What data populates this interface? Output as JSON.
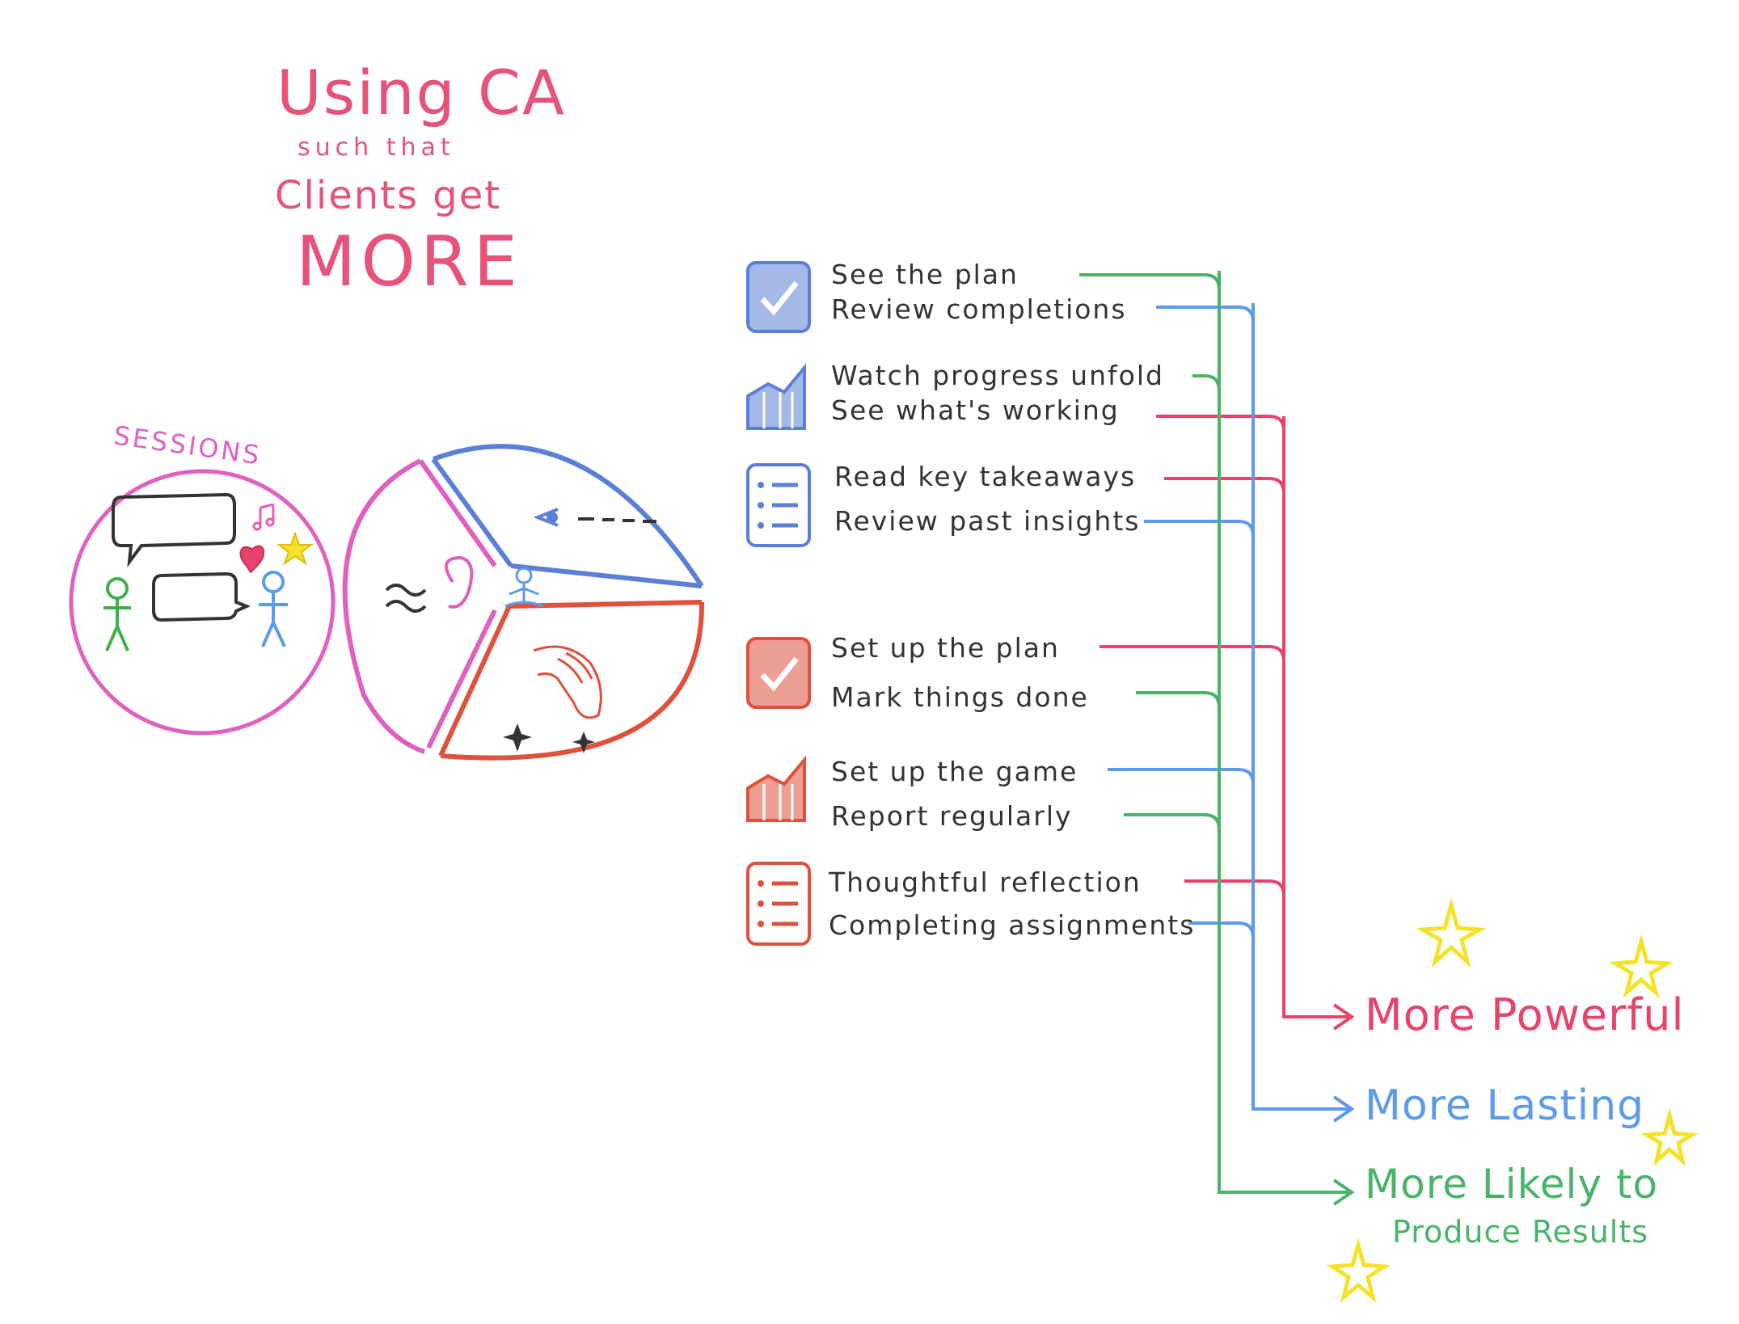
{
  "title": {
    "line1": "Using CA",
    "line2": "such that",
    "line3": "Clients get",
    "line4": "MORE"
  },
  "sessions_label": "SESSIONS",
  "colors": {
    "title": "#e8527a",
    "blue": "#5b7fd6",
    "red": "#e0503c",
    "pink": "#e060c0",
    "green_line": "#49b36a",
    "blue_line": "#5b9bea",
    "red_line": "#e8436a",
    "star": "#f5e228"
  },
  "items": [
    {
      "label": "See the plan",
      "icon": "checkbox-icon",
      "group": "blue"
    },
    {
      "label": "Review completions",
      "icon": "checkbox-icon",
      "group": "blue"
    },
    {
      "label": "Watch progress unfold",
      "icon": "chart-icon",
      "group": "blue"
    },
    {
      "label": "See what's working",
      "icon": "chart-icon",
      "group": "blue"
    },
    {
      "label": "Read key takeaways",
      "icon": "notes-icon",
      "group": "blue"
    },
    {
      "label": "Review past insights",
      "icon": "notes-icon",
      "group": "blue"
    },
    {
      "label": "Set up the plan",
      "icon": "checkbox-icon",
      "group": "red"
    },
    {
      "label": "Mark things done",
      "icon": "checkbox-icon",
      "group": "red"
    },
    {
      "label": "Set up the game",
      "icon": "chart-icon",
      "group": "red"
    },
    {
      "label": "Report regularly",
      "icon": "chart-icon",
      "group": "red"
    },
    {
      "label": "Thoughtful reflection",
      "icon": "notes-icon",
      "group": "red"
    },
    {
      "label": "Completing assignments",
      "icon": "notes-icon",
      "group": "red"
    }
  ],
  "outcomes": {
    "powerful": "More Powerful",
    "lasting": "More Lasting",
    "likely_line1": "More Likely to",
    "likely_line2": "Produce Results"
  }
}
